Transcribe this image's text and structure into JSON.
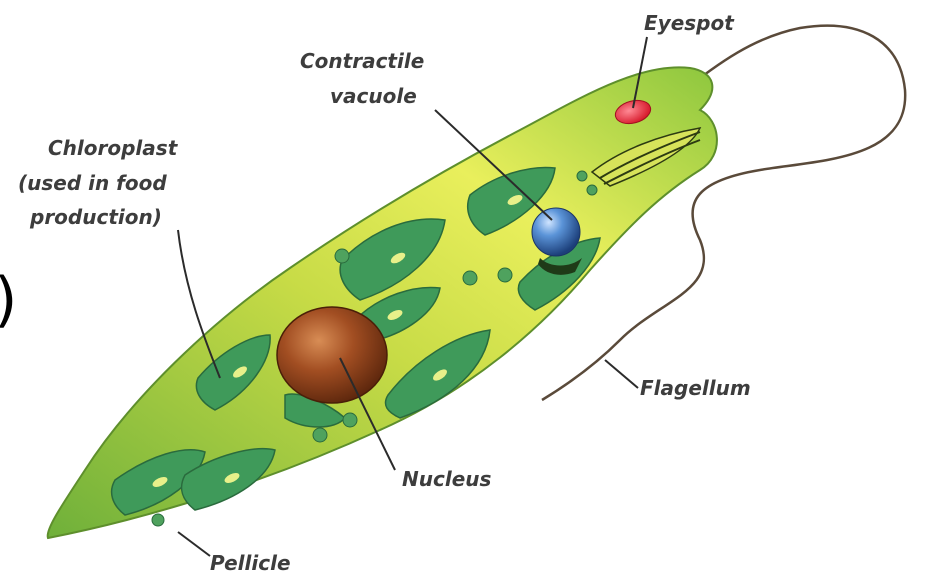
{
  "labels": {
    "eyespot": "Eyespot",
    "contractile_vacuole_line1": "Contractile",
    "contractile_vacuole_line2": "vacuole",
    "chloroplast_line1": "Chloroplast",
    "chloroplast_line2": "(used in food",
    "chloroplast_line3": "production)",
    "flagellum": "Flagellum",
    "nucleus": "Nucleus",
    "pellicle": "Pellicle",
    "edge_mark": ")"
  },
  "colors": {
    "label_text": "#3d3d3d",
    "cell_body": "#8fc23a",
    "cell_highlight": "#e7ef5a",
    "chloroplast": "#3f9a5a",
    "nucleus": "#9a4a1f",
    "vacuole": "#3f78c2",
    "eyespot": "#e8323f"
  }
}
